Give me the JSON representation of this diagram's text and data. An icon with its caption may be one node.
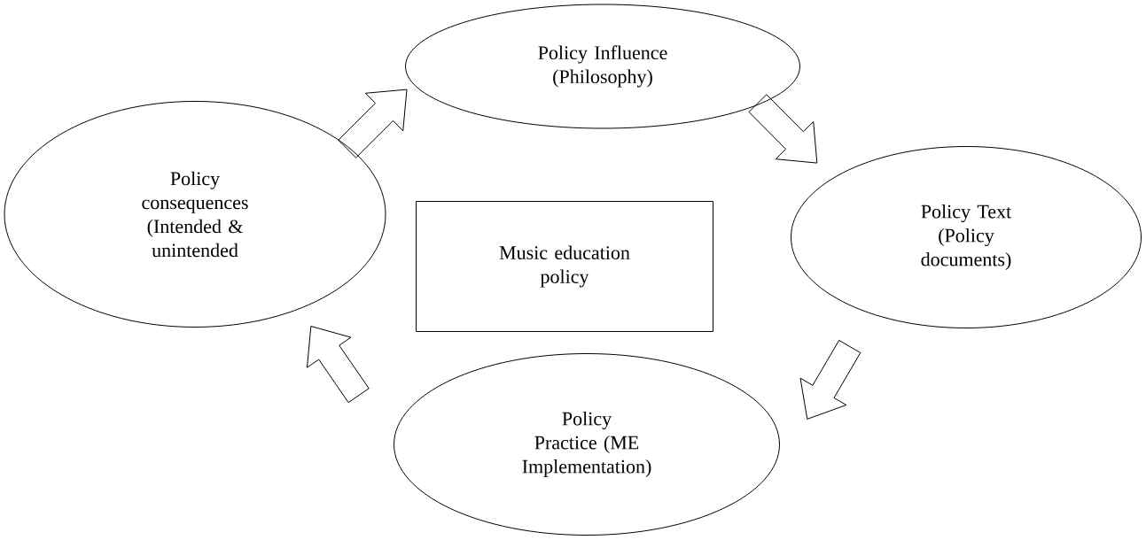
{
  "diagram": {
    "nodes": [
      {
        "text": [
          "Policy Influence (Philosophy)"
        ]
      },
      {
        "text": [
          "Policy Text (Policy documents)"
        ]
      },
      {
        "text": [
          "Policy Practice (ME Implementation)"
        ]
      },
      {
        "text": [
          "Policy consequences (Intended & unintended"
        ]
      },
      {
        "text": [
          "Music education policy"
        ]
      }
    ],
    "edges": [
      {
        "from": 3,
        "to": 0,
        "arrow": "to"
      },
      {
        "from": 0,
        "to": 1,
        "arrow": "to"
      },
      {
        "from": 1,
        "to": 2,
        "arrow": "to"
      },
      {
        "from": 2,
        "to": 3,
        "arrow": "to"
      }
    ]
  }
}
